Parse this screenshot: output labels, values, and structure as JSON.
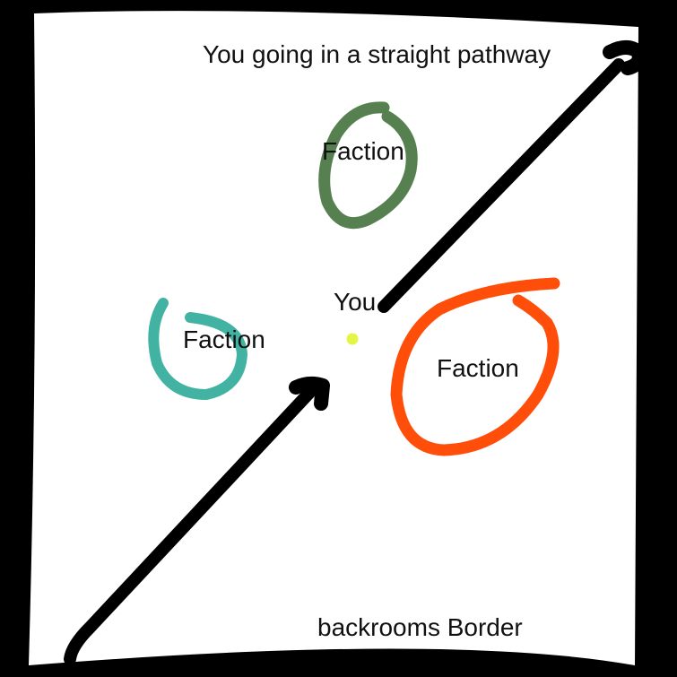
{
  "diagram": {
    "background": "#000000",
    "paper_color": "#ffffff",
    "labels": {
      "top_caption": "You going in a straight pathway",
      "you": "You",
      "faction_green": "Faction",
      "faction_teal": "Faction",
      "faction_orange": "Faction",
      "border": "backrooms Border"
    },
    "colors": {
      "arrow": "#000000",
      "faction_green": "#56804f",
      "faction_teal": "#42b3a2",
      "faction_orange": "#ff4e0a",
      "you_dot": "#e4f545"
    },
    "icons": {
      "you_marker": "dot",
      "path_arrows": "arrow"
    }
  }
}
